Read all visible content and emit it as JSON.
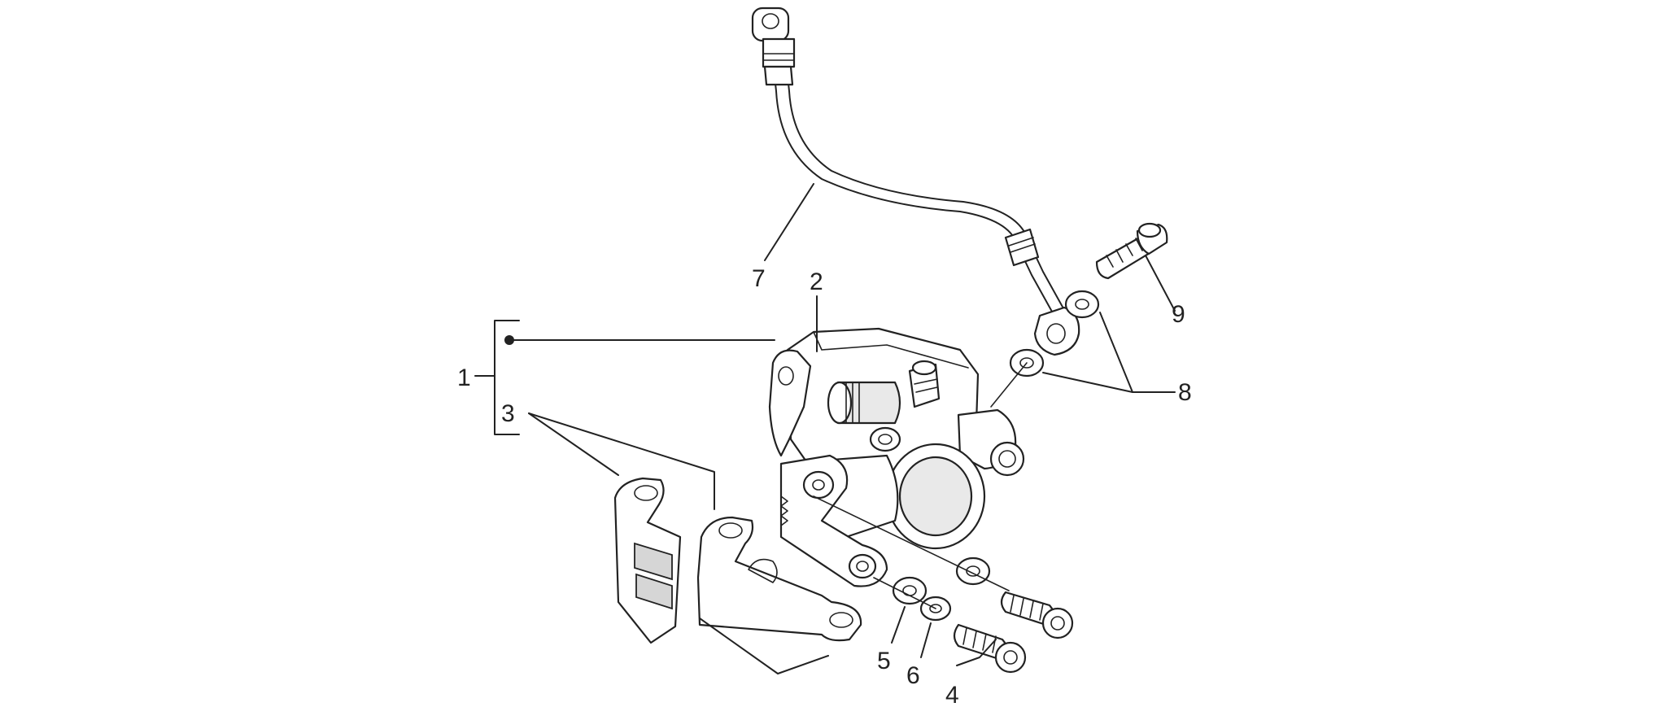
{
  "callouts": {
    "n1": "1",
    "n2": "2",
    "n3": "3",
    "n4": "4",
    "n5": "5",
    "n6": "6",
    "n7": "7",
    "n8": "8",
    "n9": "9"
  }
}
